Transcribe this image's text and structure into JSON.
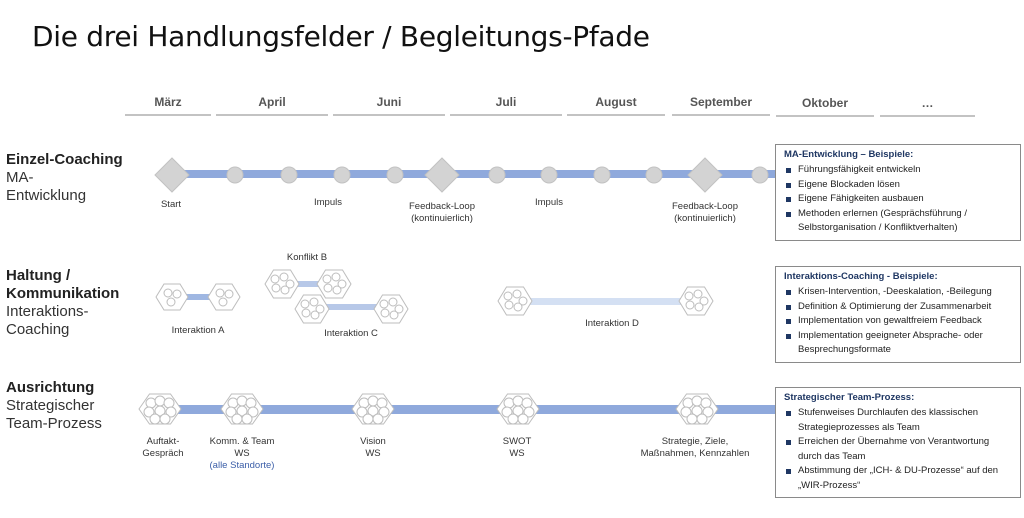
{
  "title": "Die drei Handlungsfelder / Begleitungs-Pfade",
  "months": [
    "März",
    "April",
    "Juni",
    "Juli",
    "August",
    "September",
    "Oktober",
    "…"
  ],
  "rows": [
    {
      "title": "Einzel-Coaching",
      "subtitle_lines": [
        "MA-",
        "Entwicklung"
      ],
      "labels": [
        "Start",
        "Impuls",
        "Feedback-Loop",
        "(kontinuierlich)",
        "Impuls",
        "Feedback-Loop",
        "(kontinuierlich)"
      ]
    },
    {
      "title_lines": [
        "Haltung /",
        "Kommunikation"
      ],
      "subtitle_lines": [
        "Interaktions-",
        "Coaching"
      ],
      "labels": [
        "Konflikt B",
        "Interaktion A",
        "Interaktion C",
        "Interaktion D"
      ]
    },
    {
      "title": "Ausrichtung",
      "subtitle_lines": [
        "Strategischer",
        "Team-Prozess"
      ],
      "labels": [
        "Auftakt-",
        "Gespräch",
        "Komm. & Team",
        "WS",
        "(alle Standorte)",
        "Vision",
        "WS",
        "SWOT",
        "WS",
        "Strategie, Ziele,",
        "Maßnahmen, Kennzahlen"
      ]
    }
  ],
  "boxes": [
    {
      "title": "MA-Entwicklung – Beispiele:",
      "items": [
        "Führungsfähigkeit entwickeln",
        "Eigene Blockaden lösen",
        "Eigene Fähigkeiten ausbauen",
        "Methoden erlernen (Gesprächsführung /",
        "Selbstorganisation / Konfliktverhalten)"
      ]
    },
    {
      "title": "Interaktions-Coaching - Beispiele:",
      "items": [
        "Krisen-Intervention, -Deeskalation, -Beilegung",
        "Definition & Optimierung der Zusammenarbeit",
        "Implementation von gewaltfreiem Feedback",
        "Implementation geeigneter Absprache- oder",
        "Besprechungsformate"
      ]
    },
    {
      "title": "Strategischer Team-Prozess:",
      "items": [
        "Stufenweises Durchlaufen des klassischen",
        "Strategieprozesses als Team",
        "Erreichen der Übernahme von Verantwortung",
        "durch das Team",
        "Abstimmung der „ICH- & DU-Prozesse“ auf den",
        "„WIR-Prozess“"
      ]
    }
  ],
  "colors": {
    "line": "#8fa9dc",
    "line_light": "#d4e0f3",
    "node": "#d3d3d3",
    "node_stroke": "#b9b9b9",
    "box_title": "#1f3763",
    "blue_label": "#3b5ea8"
  }
}
